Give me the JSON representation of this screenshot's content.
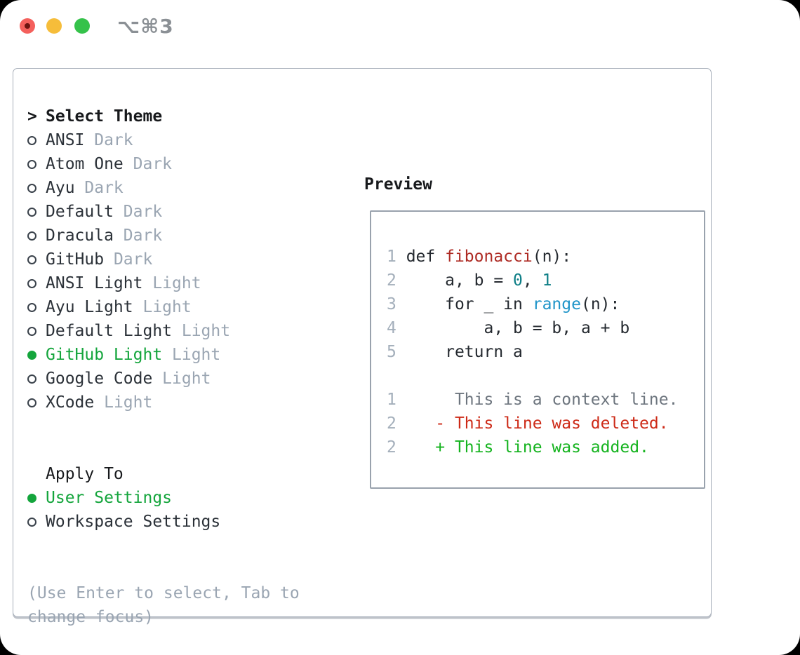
{
  "window": {
    "title": "⌥⌘3",
    "traffic_lights": [
      "close",
      "minimize",
      "zoom"
    ]
  },
  "theme_selector": {
    "header_prefix": ">",
    "header": "Select Theme",
    "items": [
      {
        "label": "ANSI",
        "variant": "Dark",
        "selected": false
      },
      {
        "label": "Atom One",
        "variant": "Dark",
        "selected": false
      },
      {
        "label": "Ayu",
        "variant": "Dark",
        "selected": false
      },
      {
        "label": "Default",
        "variant": "Dark",
        "selected": false
      },
      {
        "label": "Dracula",
        "variant": "Dark",
        "selected": false
      },
      {
        "label": "GitHub",
        "variant": "Dark",
        "selected": false
      },
      {
        "label": "ANSI Light",
        "variant": "Light",
        "selected": false
      },
      {
        "label": "Ayu Light",
        "variant": "Light",
        "selected": false
      },
      {
        "label": "Default Light",
        "variant": "Light",
        "selected": false
      },
      {
        "label": "GitHub Light",
        "variant": "Light",
        "selected": true
      },
      {
        "label": "Google Code",
        "variant": "Light",
        "selected": false
      },
      {
        "label": "XCode",
        "variant": "Light",
        "selected": false
      }
    ]
  },
  "apply_to": {
    "header": "Apply To",
    "options": [
      {
        "label": "User Settings",
        "selected": true
      },
      {
        "label": "Workspace Settings",
        "selected": false
      }
    ]
  },
  "hint": "(Use Enter to select, Tab to change focus)",
  "preview": {
    "header": "Preview",
    "lines": [
      {
        "num": "1",
        "tokens": [
          {
            "text": "def ",
            "type": "plain"
          },
          {
            "text": "fibonacci",
            "type": "function"
          },
          {
            "text": "(n):",
            "type": "plain"
          }
        ]
      },
      {
        "num": "2",
        "tokens": [
          {
            "text": "    a, b = ",
            "type": "plain"
          },
          {
            "text": "0",
            "type": "number"
          },
          {
            "text": ", ",
            "type": "plain"
          },
          {
            "text": "1",
            "type": "number"
          }
        ]
      },
      {
        "num": "3",
        "tokens": [
          {
            "text": "    for _ in ",
            "type": "plain"
          },
          {
            "text": "range",
            "type": "builtin"
          },
          {
            "text": "(n):",
            "type": "plain"
          }
        ]
      },
      {
        "num": "4",
        "tokens": [
          {
            "text": "        a, b = b, a + b",
            "type": "plain"
          }
        ]
      },
      {
        "num": "5",
        "tokens": [
          {
            "text": "    return a",
            "type": "plain"
          }
        ]
      },
      {
        "num": "",
        "tokens": []
      },
      {
        "num": "1",
        "tokens": [
          {
            "text": "     This is a context line.",
            "type": "context"
          }
        ]
      },
      {
        "num": "2",
        "tokens": [
          {
            "text": "   - This line was deleted.",
            "type": "deleted"
          }
        ]
      },
      {
        "num": "2",
        "tokens": [
          {
            "text": "   + This line was added.",
            "type": "added"
          }
        ]
      }
    ]
  },
  "colors": {
    "ui_selected_green": "#14a53c",
    "muted_gray": "#9aa5b2",
    "text_dark": "#24292f",
    "function_red": "#ae2b24",
    "number_teal": "#0d7e86",
    "builtin_blue": "#2095c9",
    "diff_deleted_red": "#cd2a17",
    "diff_added_green": "#14b31e",
    "panel_border": "#a7afba",
    "traffic_red": "#f4605c",
    "traffic_yellow": "#f6bd3a",
    "traffic_green": "#35c24a"
  }
}
